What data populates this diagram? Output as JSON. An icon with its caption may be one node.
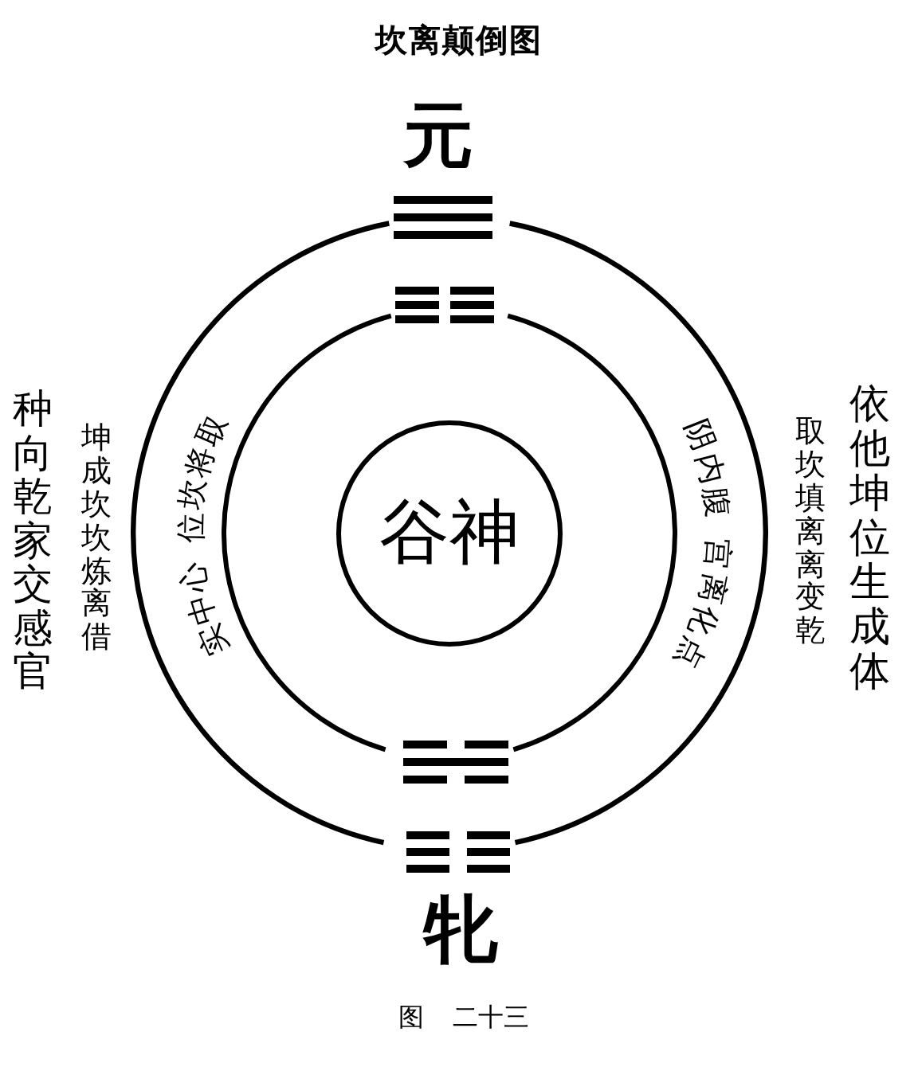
{
  "diagram": {
    "title": "坎离颠倒图",
    "caption": "图 二十三",
    "nodes": [
      {
        "text": [
          "取将坎位心中实",
          "点化离宫腹内阴"
        ]
      },
      {
        "text": [],
        "shape": "circle",
        "in": 0
      },
      {
        "text": [
          "谷神"
        ],
        "in": 1
      }
    ],
    "labels": [
      "元",
      "种向乾家交感官",
      "坤成坎坎炼离借",
      "取坎填离离变乾",
      "依他坤位生成体",
      "牝"
    ]
  }
}
